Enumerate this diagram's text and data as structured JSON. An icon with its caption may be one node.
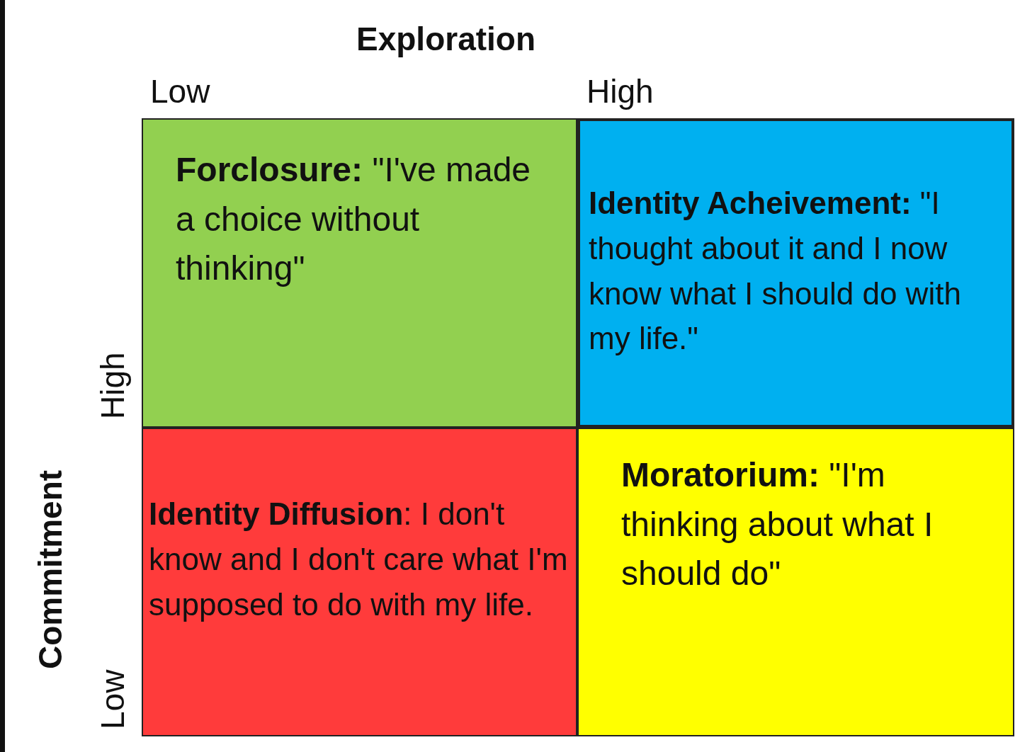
{
  "diagram": {
    "nodes": [
      {
        "text": [
          "**Forclosure:** \"I've made a choice without thinking\""
        ]
      },
      {
        "text": [
          "**Identity Acheivement:** \"I thought about it and I now know what I should do with my life.\""
        ]
      },
      {
        "text": [
          "**Identity Diffusion**: I don't know and I don't care what I'm supposed to do with my life."
        ]
      },
      {
        "text": [
          "**Moratorium:** \"I'm thinking about what I should do\""
        ]
      }
    ],
    "labels": [
      "Exploration",
      "Low",
      "High",
      "High",
      "Low",
      "Commitment"
    ]
  }
}
